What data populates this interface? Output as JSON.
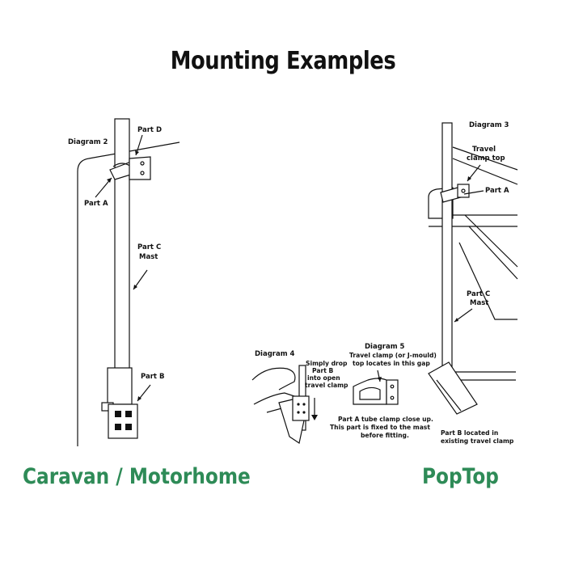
{
  "title": "Mounting Examples",
  "captions": {
    "left": "Caravan / Motorhome",
    "right": "PopTop"
  },
  "diagram2": {
    "heading": "Diagram 2",
    "part_d": "Part D",
    "part_a": "Part A",
    "part_c": [
      "Part C",
      "Mast"
    ],
    "part_b": "Part B"
  },
  "diagram3": {
    "heading": "Diagram 3",
    "travel_clamp_top": [
      "Travel",
      "clamp top"
    ],
    "part_a": "Part A",
    "part_c": [
      "Part C",
      "Mast"
    ],
    "part_b": [
      "Part B located in",
      "existing travel clamp"
    ]
  },
  "diagram4": {
    "heading": "Diagram 4",
    "note": [
      "Simply drop",
      "Part B",
      "into open",
      "travel clamp"
    ]
  },
  "diagram5": {
    "heading": "Diagram 5",
    "note": [
      "Travel clamp (or J-mould)",
      "top locates in this gap"
    ],
    "caption": [
      "Part A tube clamp close up.",
      "This part is fixed to the mast",
      "before fitting."
    ]
  }
}
